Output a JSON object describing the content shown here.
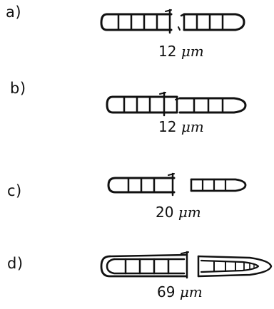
{
  "panels": [
    {
      "label": "a)",
      "measurement": "12",
      "unit": "μm"
    },
    {
      "label": "b)",
      "measurement": "12",
      "unit": "μm"
    },
    {
      "label": "c)",
      "measurement": "20",
      "unit": "μm"
    },
    {
      "label": "d)",
      "measurement": "69",
      "unit": "μm"
    }
  ]
}
